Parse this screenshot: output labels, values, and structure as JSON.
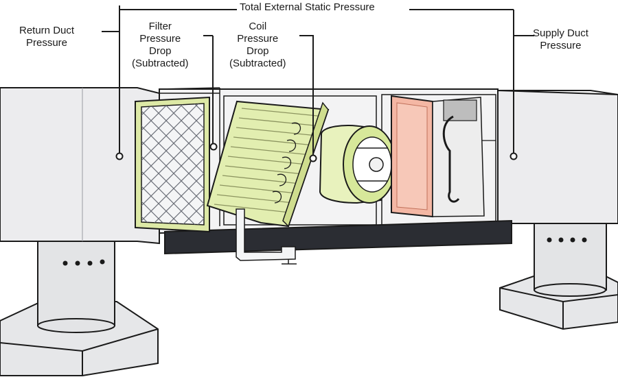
{
  "labels": {
    "total_external": "Total External Static Pressure",
    "return_duct": [
      "Return Duct",
      "Pressure"
    ],
    "filter_drop": [
      "Filter",
      "Pressure",
      "Drop",
      "(Subtracted)"
    ],
    "coil_drop": [
      "Coil",
      "Pressure",
      "Drop",
      "(Subtracted)"
    ],
    "supply_duct": [
      "Supply Duct",
      "Pressure"
    ]
  },
  "colors": {
    "outline": "#1a1a1a",
    "duct_fill": "#ececee",
    "duct_side": "#d9dadc",
    "filter_frame": "#dde9a6",
    "coil_fill": "#e2eeb0",
    "heater_fill": "#f4b7a4",
    "base_pan": "#2b2d33",
    "blower_fill": "#e8f2bd"
  }
}
